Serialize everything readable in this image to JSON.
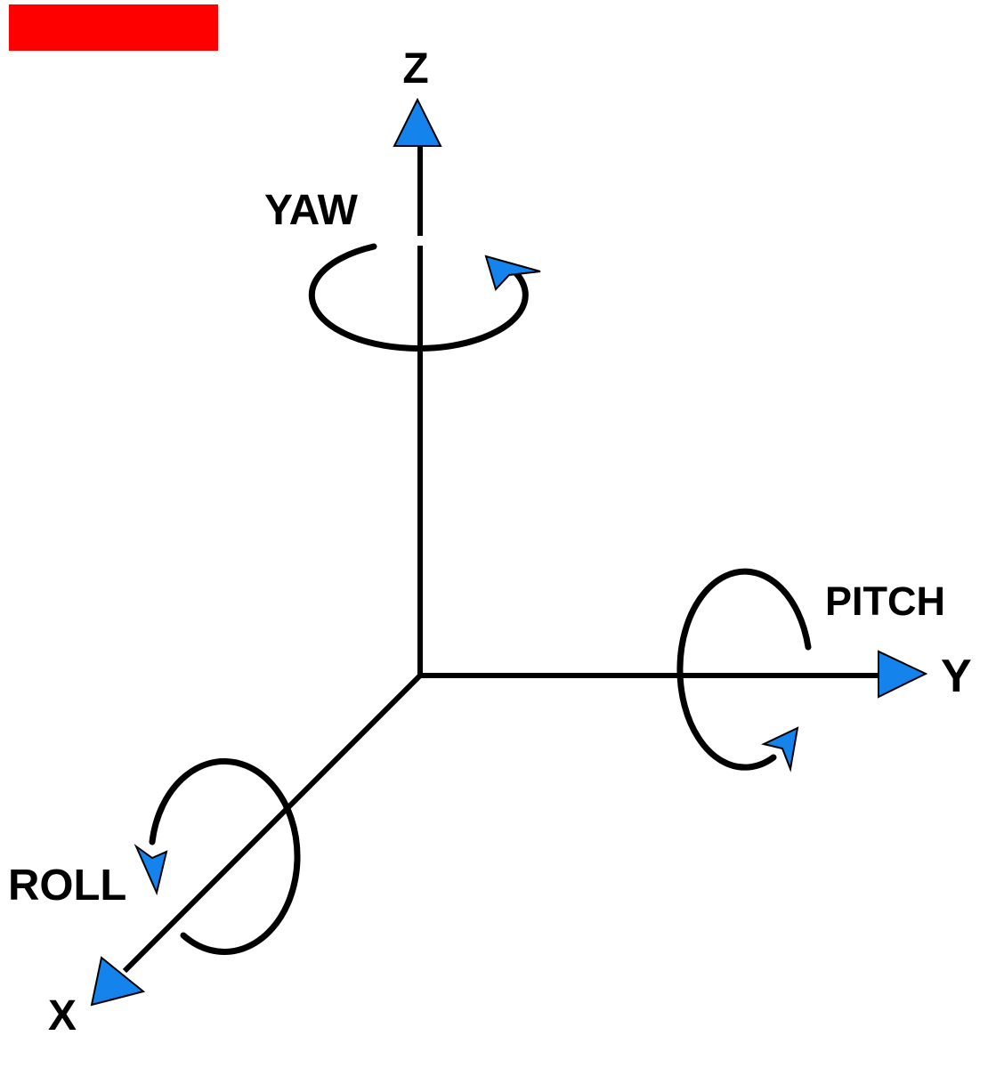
{
  "labels": {
    "z_axis": "Z",
    "y_axis": "Y",
    "x_axis": "X",
    "yaw": "YAW",
    "pitch": "PITCH",
    "roll": "ROLL"
  },
  "colors": {
    "background": "#ffffff",
    "line": "#000000",
    "text": "#000000",
    "arrow_blue": "#1583ec",
    "red_box": "#fe0000"
  }
}
